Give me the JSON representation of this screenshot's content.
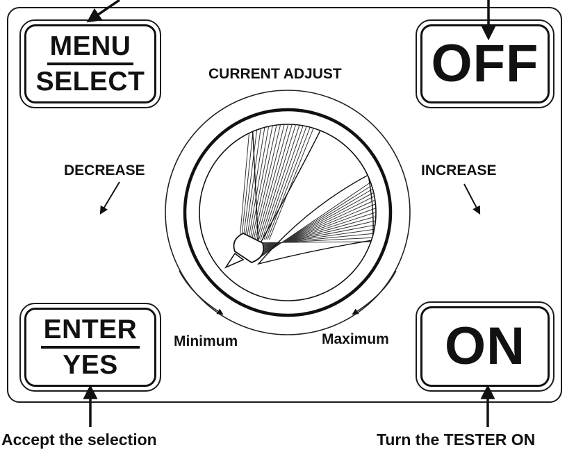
{
  "panel": {
    "menu_button": {
      "line1": "MENU",
      "line2": "SELECT"
    },
    "off_button": {
      "label": "OFF"
    },
    "enter_button": {
      "line1": "ENTER",
      "line2": "YES"
    },
    "on_button": {
      "label": "ON"
    },
    "knob": {
      "title": "CURRENT ADJUST",
      "decrease_label": "DECREASE",
      "increase_label": "INCREASE",
      "min_label": "Minimum",
      "max_label": "Maximum"
    }
  },
  "captions": {
    "enter": "Accept the selection",
    "on": "Turn the TESTER ON"
  }
}
